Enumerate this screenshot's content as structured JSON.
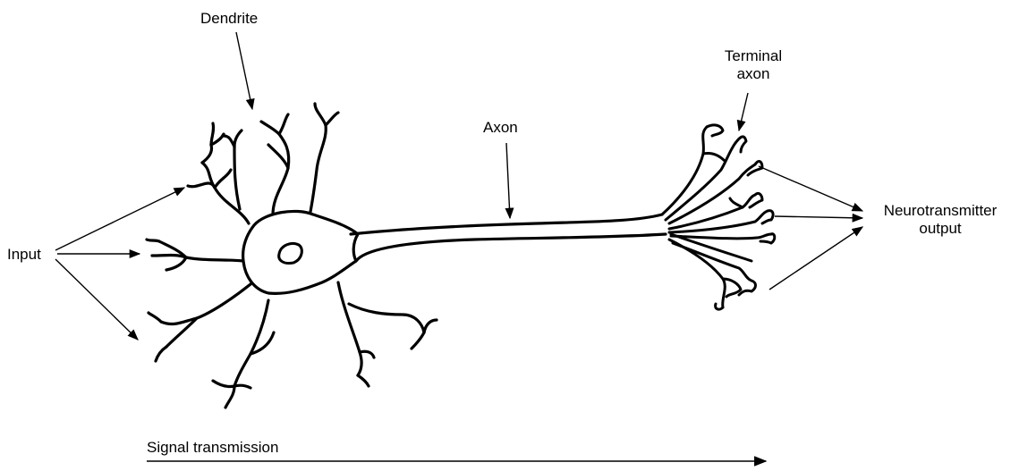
{
  "labels": {
    "dendrite": "Dendrite",
    "terminal_axon_line1": "Terminal",
    "terminal_axon_line2": "axon",
    "axon": "Axon",
    "input": "Input",
    "output_line1": "Neurotransmitter",
    "output_line2": "output",
    "signal": "Signal transmission"
  },
  "colors": {
    "ink": "#000000",
    "background": "#ffffff"
  }
}
